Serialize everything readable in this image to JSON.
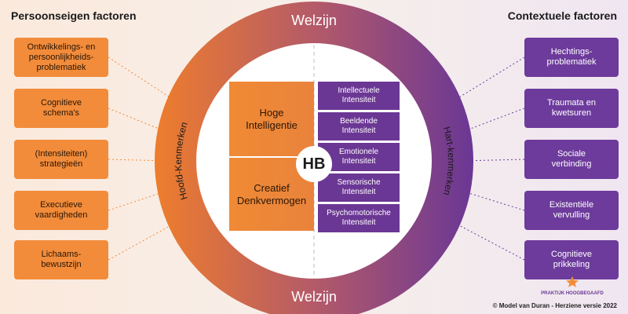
{
  "titles": {
    "left": "Persoonseigen factoren",
    "right": "Contextuele factoren"
  },
  "left_boxes": [
    "Ontwikkelings- en\npersoonlijkheids-\nproblematiek",
    "Cognitieve\nschema's",
    "(Intensiteiten)\nstrategieën",
    "Executieve\nvaardigheden",
    "Lichaams-\nbewustzijn"
  ],
  "right_boxes": [
    "Hechtings-\nproblematiek",
    "Traumata en\nkwetsuren",
    "Sociale\nverbinding",
    "Existentiële\nvervulling",
    "Cognitieve\nprikkeling"
  ],
  "ring": {
    "top": "Welzijn",
    "bottom": "Welzijn",
    "left": "Hoofd-Kenmerken",
    "right": "Hart-kenmerken"
  },
  "core": {
    "left": [
      "Hoge\nIntelligentie",
      "Creatief\nDenkvermogen"
    ],
    "right": [
      "Intellectuele\nIntensiteit",
      "Beeldende\nIntensiteit",
      "Emotionele\nIntensiteit",
      "Sensorische\nIntensiteit",
      "Psychomotorische\nIntensiteit"
    ],
    "center": "HB"
  },
  "logo": {
    "text": "PRAKTIJK HOOGBEGAAFD"
  },
  "copyright": "© Model van Duran - Herziene versie 2022",
  "colors": {
    "orange": "#f28c3b",
    "purple": "#6d3b9c",
    "ring_left": "#e9762d",
    "ring_right": "#6b3794"
  }
}
